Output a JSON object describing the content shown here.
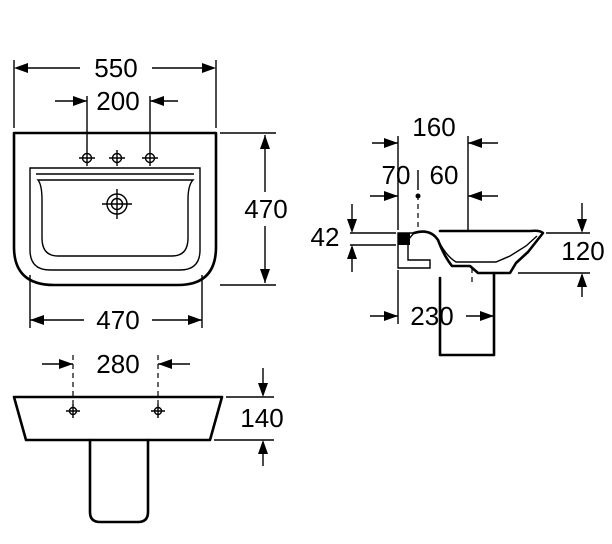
{
  "dimensions": {
    "front_total_width": "550",
    "front_tap_spacing": "200",
    "front_height": "470",
    "front_bottom_width": "470",
    "side_top_depth": "160",
    "side_offset_a": "70",
    "side_offset_b": "60",
    "side_rim_height": "42",
    "side_bowl_height": "120",
    "side_pedestal_offset": "230",
    "pedestal_fixing_spacing": "280",
    "pedestal_basin_height": "140"
  }
}
